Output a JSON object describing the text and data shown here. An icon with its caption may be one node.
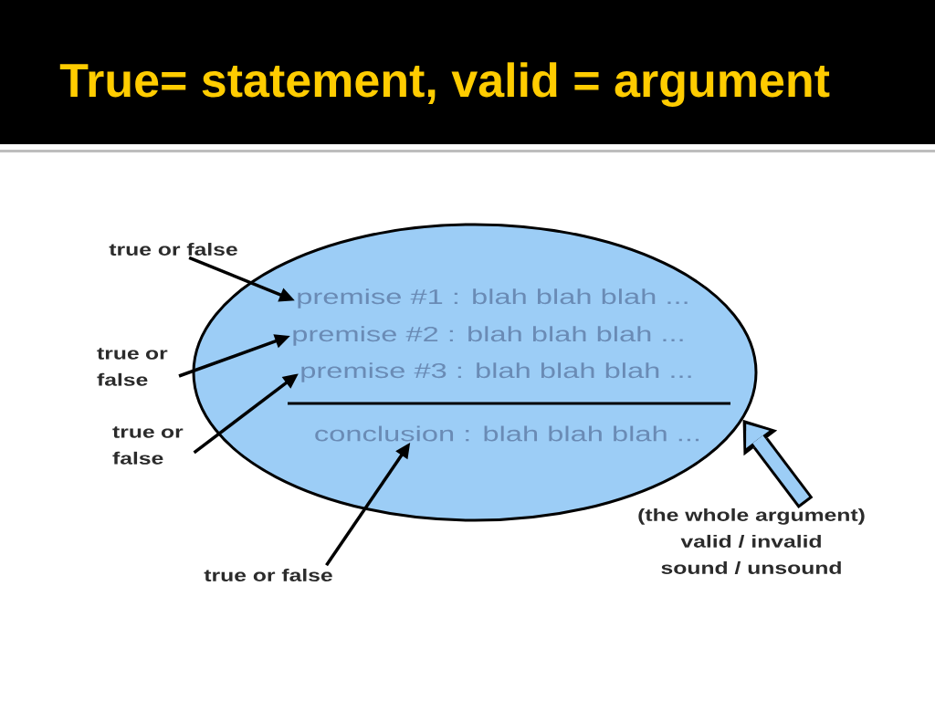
{
  "diagram": {
    "title": "True= statement, valid = argument",
    "nodes": [
      {
        "text": [],
        "shape": "ellipse"
      },
      {
        "text": [
          "premise #1 : blah blah blah ..."
        ],
        "in": 0
      },
      {
        "text": [
          "premise #2 : blah blah blah ..."
        ],
        "in": 0
      },
      {
        "text": [
          "premise #3 : blah blah blah ..."
        ],
        "in": 0
      },
      {
        "text": [
          "conclusion : blah blah blah ..."
        ],
        "in": 0
      },
      {
        "text": [
          "true or false"
        ]
      },
      {
        "text": [
          "true or false"
        ]
      },
      {
        "text": [
          "true or false"
        ]
      },
      {
        "text": [
          "true or false"
        ]
      },
      {
        "text": [
          "(the whole argument)",
          "valid / invalid",
          "sound / unsound"
        ]
      }
    ],
    "edges": [
      {
        "from": 5,
        "to": 1,
        "arrow": "to"
      },
      {
        "from": 6,
        "to": 2,
        "arrow": "to"
      },
      {
        "from": 7,
        "to": 3,
        "arrow": "to"
      },
      {
        "from": 8,
        "to": 4,
        "arrow": "to"
      },
      {
        "from": 9,
        "to": 0,
        "arrow": "to",
        "style": "thick",
        "color": "#9ccdf6"
      }
    ]
  }
}
